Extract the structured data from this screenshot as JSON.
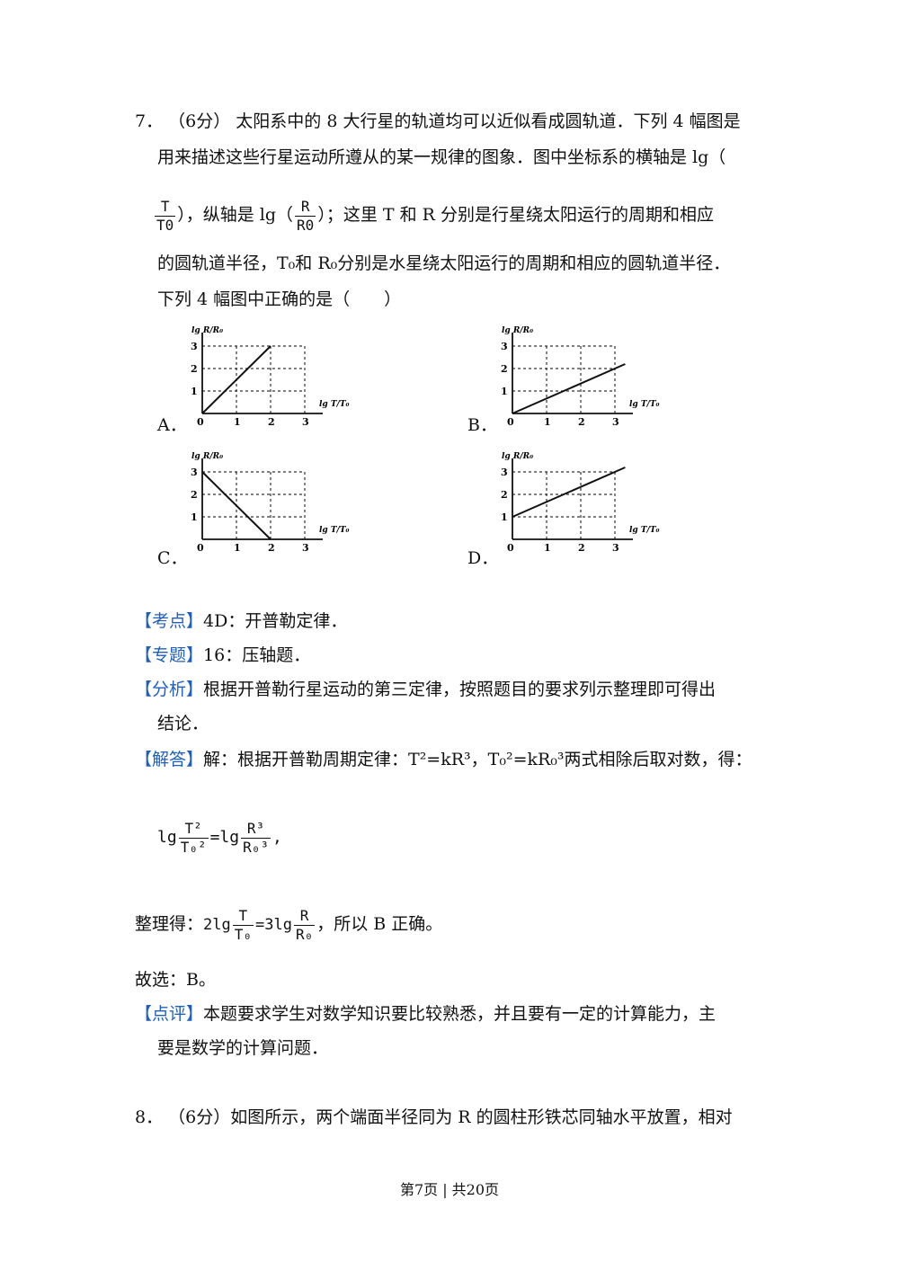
{
  "q7": {
    "number": "7．",
    "points": "（6分）",
    "line1_text": "太阳系中的 8 大行星的轨道均可以近似看成圆轨道．下列 4 幅图是",
    "line2_text": "用来描述这些行星运动所遵从的某一规律的图象．图中坐标系的横轴是 lg（",
    "frac_T": "T",
    "frac_T0": "T0",
    "line3_mid": "），纵轴是 lg（",
    "frac_R": "R",
    "frac_R0": "R0",
    "line3_end": "）；这里 T 和 R 分别是行星绕太阳运行的周期和相应",
    "line4_text": "的圆轨道半径，T₀和 R₀分别是水星绕太阳运行的周期和相应的圆轨道半径．",
    "line5_text": "下列 4 幅图中正确的是（　　）"
  },
  "options": [
    {
      "label": "A．"
    },
    {
      "label": "B．"
    },
    {
      "label": "C．"
    },
    {
      "label": "D．"
    }
  ],
  "axis": {
    "ticks_x": [
      "0",
      "1",
      "2",
      "3"
    ],
    "ticks_y": [
      "1",
      "2",
      "3"
    ],
    "y_label": "lg R/R₀",
    "x_label": "lg T/T₀"
  },
  "chart_data": [
    {
      "type": "line",
      "name": "A",
      "x": [
        0,
        2
      ],
      "y": [
        0,
        3
      ],
      "xlim": [
        0,
        3
      ],
      "ylim": [
        0,
        3
      ],
      "grid": true
    },
    {
      "type": "line",
      "name": "B",
      "x": [
        0,
        3.3
      ],
      "y": [
        0,
        2.2
      ],
      "xlim": [
        0,
        3
      ],
      "ylim": [
        0,
        3
      ],
      "grid": true
    },
    {
      "type": "line",
      "name": "C",
      "x": [
        0,
        2
      ],
      "y": [
        3,
        0
      ],
      "xlim": [
        0,
        3
      ],
      "ylim": [
        0,
        3
      ],
      "grid": true
    },
    {
      "type": "line",
      "name": "D",
      "x": [
        0,
        3.3
      ],
      "y": [
        1,
        3.2
      ],
      "xlim": [
        0,
        3
      ],
      "ylim": [
        0,
        3
      ],
      "grid": true
    }
  ],
  "solution": {
    "kaodian_tag": "【考点】",
    "kaodian_text": "4D：开普勒定律．",
    "zhuanti_tag": "【专题】",
    "zhuanti_text": "16：压轴题．",
    "fenxi_tag": "【分析】",
    "fenxi_text1": "根据开普勒行星运动的第三定律，按照题目的要求列示整理即可得出",
    "fenxi_text2": "结论．",
    "jieda_tag": "【解答】",
    "jieda_text": "解：根据开普勒周期定律：T²=kR³，T₀²=kR₀³两式相除后取对数，得：",
    "eq1_lg_left": "lg",
    "eq1_num_left": "T²",
    "eq1_den_left": "T₀²",
    "eq1_mid": "=lg",
    "eq1_num_right": "R³",
    "eq1_den_right": "R₀³",
    "eq1_end": ",",
    "zhengli_label": "整理得：",
    "eq2_left": "2lg",
    "eq2_num_left": "T",
    "eq2_den_left": "T₀",
    "eq2_mid": "=3lg",
    "eq2_num_right": "R",
    "eq2_den_right": "R₀",
    "eq2_end": "，所以 B 正确。",
    "guxuan": "故选：B。",
    "dianping_tag": "【点评】",
    "dianping_text1": "本题要求学生对数学知识要比较熟悉，并且要有一定的计算能力，主",
    "dianping_text2": "要是数学的计算问题．"
  },
  "q8": {
    "number": "8．",
    "points": "（6分）",
    "text": "如图所示，两个端面半径同为 R 的圆柱形铁芯同轴水平放置，相对"
  },
  "footer": "第7页 | 共20页"
}
